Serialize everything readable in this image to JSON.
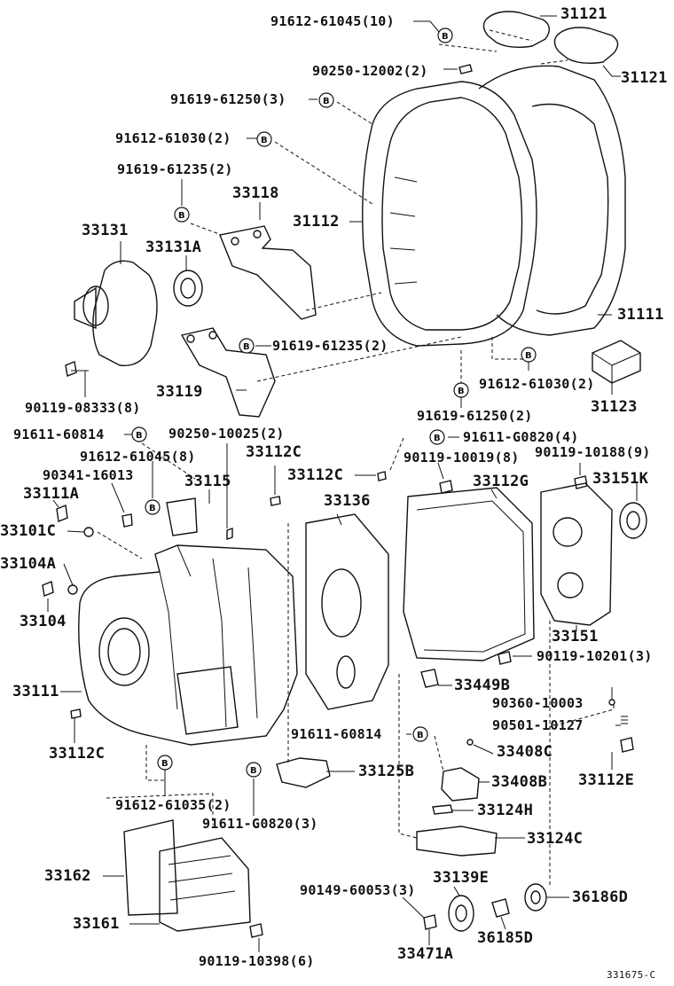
{
  "labels": {
    "l_916126104510": "91612-61045(10)",
    "l_31121a": "31121",
    "l_31121b": "31121",
    "l_90250_12002": "90250-12002(2)",
    "l_91619_61250_3": "91619-61250(3)",
    "l_91612_61030_2a": "91612-61030(2)",
    "l_91619_61235_2a": "91619-61235(2)",
    "l_33118": "33118",
    "l_33131": "33131",
    "l_33131A": "33131A",
    "l_31112": "31112",
    "l_31111a": "31111",
    "l_91619_61235_2b": "91619-61235(2)",
    "l_91612_61030_2b": "91612-61030(2)",
    "l_31123": "31123",
    "l_90119_08333": "90119-08333(8)",
    "l_33119": "33119",
    "l_91619_61250_2": "91619-61250(2)",
    "l_91611_60814a": "91611-60814",
    "l_90250_10025": "90250-10025(2)",
    "l_91611_G0820_4": "91611-G0820(4)",
    "l_91612_61045_8": "91612-61045(8)",
    "l_33112C_a": "33112C",
    "l_90119_10019": "90119-10019(8)",
    "l_90119_10188": "90119-10188(9)",
    "l_90341_16013": "90341-16013",
    "l_33115": "33115",
    "l_33112C_b": "33112C",
    "l_33112G": "33112G",
    "l_33151K": "33151K",
    "l_33111A": "33111A",
    "l_33136": "33136",
    "l_33101C": "33101C",
    "l_33104A": "33104A",
    "l_33104": "33104",
    "l_33151": "33151",
    "l_90119_10201": "90119-10201(3)",
    "l_33111b": "33111",
    "l_33449B": "33449B",
    "l_90360_10003": "90360-10003",
    "l_90501_10127": "90501-10127",
    "l_91611_60814b": "91611-60814",
    "l_33408C": "33408C",
    "l_33112C_c": "33112C",
    "l_33112E": "33112E",
    "l_33125B": "33125B",
    "l_33408B": "33408B",
    "l_91612_61035": "91612-61035(2)",
    "l_33124H": "33124H",
    "l_91611_G0820_3": "91611-G0820(3)",
    "l_33124C": "33124C",
    "l_33162": "33162",
    "l_90149_60053": "90149-60053(3)",
    "l_33139E": "33139E",
    "l_36186D": "36186D",
    "l_33161": "33161",
    "l_36185D": "36185D",
    "l_90119_10398": "90119-10398(6)",
    "l_33471A": "33471A",
    "l_code": "331675-C"
  },
  "bolt_marker": "B"
}
